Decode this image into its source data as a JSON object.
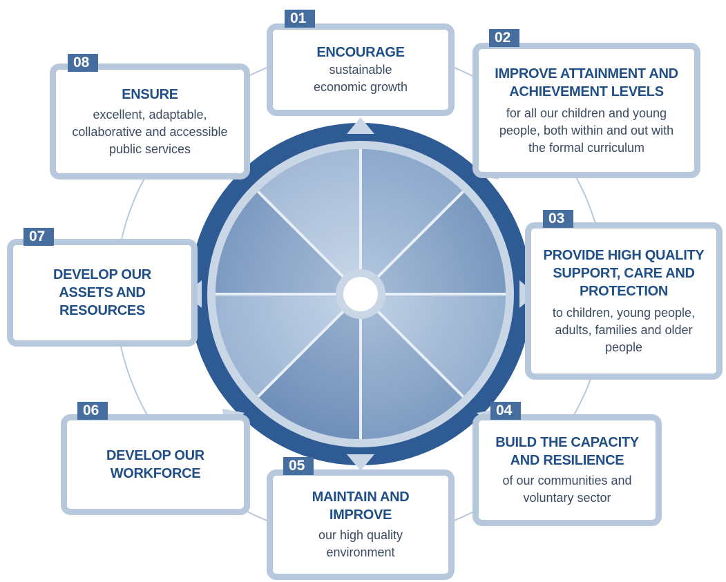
{
  "objectives": [
    {
      "num": "01",
      "head": "ENCOURAGE",
      "sub": "sustainable economic growth"
    },
    {
      "num": "02",
      "head": "IMPROVE ATTAINMENT AND ACHIEVEMENT LEVELS",
      "sub": "for all our children and young people, both within and out with the formal curriculum"
    },
    {
      "num": "03",
      "head": "PROVIDE HIGH QUALITY SUPPORT, CARE AND PROTECTION",
      "sub": "to children, young people, adults, families and older people"
    },
    {
      "num": "04",
      "head": "BUILD THE CAPACITY AND RESILIENCE",
      "sub": "of our communities and voluntary sector"
    },
    {
      "num": "05",
      "head": "MAINTAIN AND IMPROVE",
      "sub": "our high quality environment"
    },
    {
      "num": "06",
      "head": "DEVELOP OUR WORKFORCE",
      "sub": ""
    },
    {
      "num": "07",
      "head": "DEVELOP OUR ASSETS AND RESOURCES",
      "sub": ""
    },
    {
      "num": "08",
      "head": "ENSURE",
      "sub": "excellent, adaptable, collaborative and accessible public services"
    }
  ],
  "colors": {
    "ring_dark": "#2e5b94",
    "ring_light": "#c9d6e6",
    "box_border": "#b8c8dc",
    "tab_bg": "#456d9d",
    "heading": "#1f4f86"
  }
}
